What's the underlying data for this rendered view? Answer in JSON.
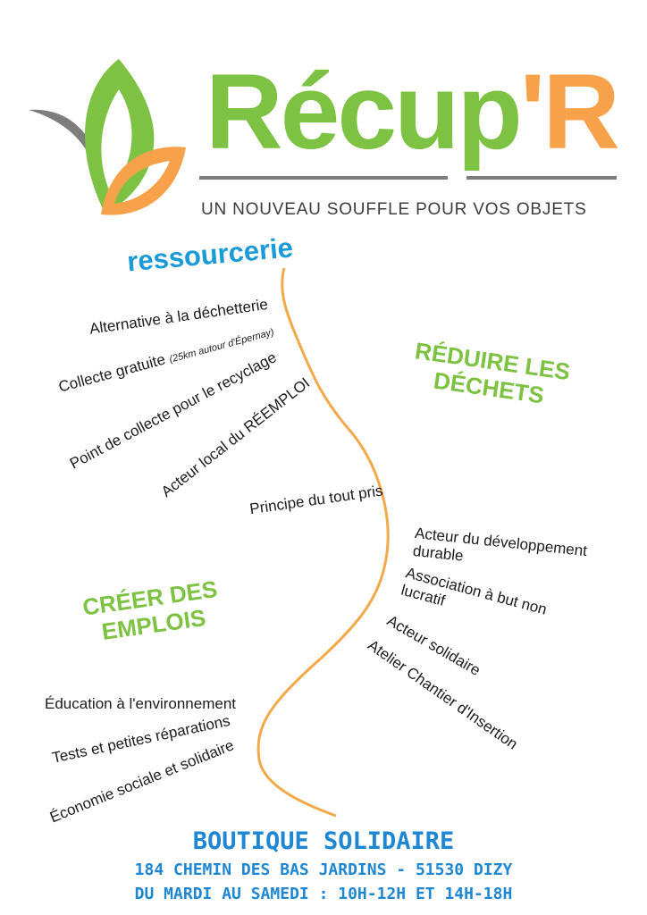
{
  "logo": {
    "name_main": "Récup",
    "name_accent": "'R",
    "tagline": "UN NOUVEAU SOUFFLE POUR VOS OBJETS",
    "colors": {
      "green": "#7dc242",
      "orange": "#f7a24a",
      "grey": "#7d7d7d"
    }
  },
  "subtitle": "ressourcerie",
  "headings": {
    "reduce": "RÉDUIRE LES DÉCHETS",
    "jobs": "CRÉER DES EMPLOIS"
  },
  "items_left_top": [
    {
      "text": "Alternative à la déchetterie"
    },
    {
      "text": "Collecte gratuite",
      "note": "(25km autour d'Épernay)"
    },
    {
      "text": "Point de collecte pour le recyclage"
    },
    {
      "text": "Acteur local du RÉEMPLOI"
    },
    {
      "text": "Principe du tout pris"
    }
  ],
  "items_right": [
    {
      "text": "Acteur du développement durable"
    },
    {
      "text": "Association à but non lucratif"
    },
    {
      "text": "Acteur solidaire"
    },
    {
      "text": "Atelier Chantier d'Insertion"
    }
  ],
  "items_left_bottom": [
    {
      "text": "Éducation à l'environnement"
    },
    {
      "text": "Tests et petites réparations"
    },
    {
      "text": "Économie sociale et solidaire"
    }
  ],
  "footer": {
    "title": "BOUTIQUE SOLIDAIRE",
    "address": "184 CHEMIN DES BAS JARDINS - 51530 DIZY",
    "hours": "DU MARDI AU SAMEDI : 10H-12H ET 14H-18H",
    "color": "#1f86d3"
  }
}
